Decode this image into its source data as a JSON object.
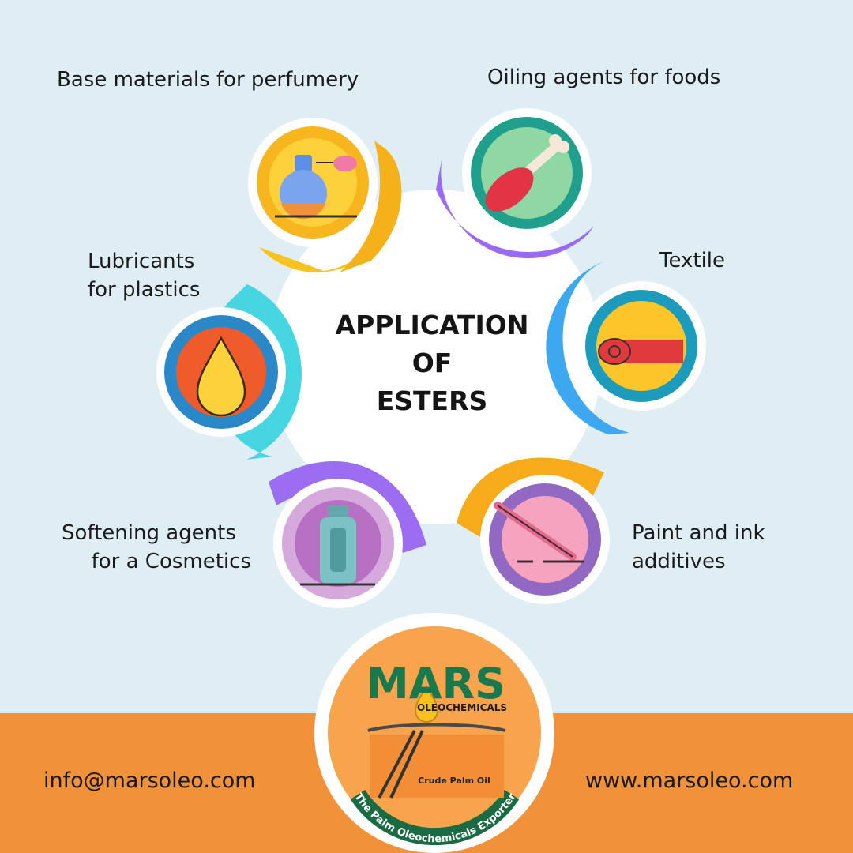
{
  "title": {
    "line1": "APPLICATION",
    "line2": "OF",
    "line3": "ESTERS"
  },
  "applications": {
    "perfumery": {
      "text": "Base materials for perfumery",
      "icon": "perfume-bottle-icon"
    },
    "foods": {
      "text": "Oiling agents for foods",
      "icon": "drumstick-icon"
    },
    "plastics": {
      "line1": "Lubricants",
      "line2": "for plastics",
      "icon": "oil-drop-icon"
    },
    "textile": {
      "text": "Textile",
      "icon": "fabric-roll-icon"
    },
    "cosmetics": {
      "line1": "Softening agents",
      "line2": "for a Cosmetics",
      "icon": "cosmetic-bottle-icon"
    },
    "paint": {
      "line1": "Paint and ink",
      "line2": "additives",
      "icon": "pen-icon"
    }
  },
  "footer": {
    "email": "info@marsoleo.com",
    "website": "www.marsoleo.com"
  },
  "logo": {
    "brand": "MARS",
    "sub": "OLEOCHEMICALS",
    "tank_label": "Crude Palm Oil",
    "tagline": "The Palm Oleochemicals Exporter"
  },
  "colors": {
    "background": "#dfeef5",
    "footer": "#f1913a",
    "yellow": "#f9c31e",
    "purple": "#9a6bf2",
    "cyan": "#45d6e2",
    "blue": "#3da7f0",
    "orange": "#f7ab1b",
    "violet": "#9b6df0"
  }
}
